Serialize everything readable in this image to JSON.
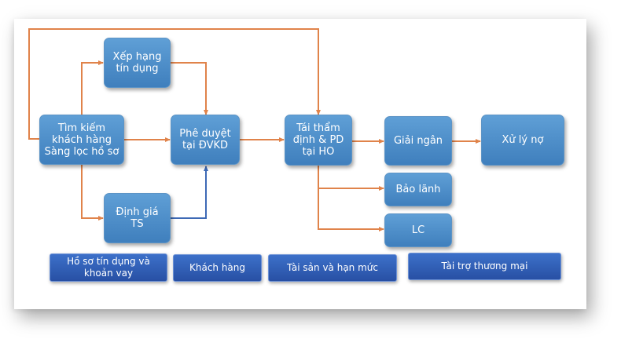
{
  "nodes": {
    "tim_kiem": "Tìm kiếm\nkhách hàng\nSàng lọc hồ sơ",
    "xep_hang": "Xếp hạng\ntín dụng",
    "dinh_gia": "Định giá\nTS",
    "phe_duyet": "Phê duyệt\ntại ĐVKD",
    "tai_tham_dinh": "Tái thẩm\nđịnh & PD\ntại HO",
    "giai_ngan": "Giải ngân",
    "xu_ly_no": "Xử lý nợ",
    "bao_lanh": "Bảo lãnh",
    "lc": "LC"
  },
  "categories": {
    "ho_so": "Hồ sơ tín dụng và\nkhoản vay",
    "khach_hang": "Khách hàng",
    "tai_san": "Tài sản và hạn mức",
    "tai_tro": "Tài trợ thương mại"
  },
  "colors": {
    "connector": "#e0834a",
    "connector_blue": "#3d69b5",
    "node": "#4a8ac8",
    "category": "#3060b4"
  }
}
